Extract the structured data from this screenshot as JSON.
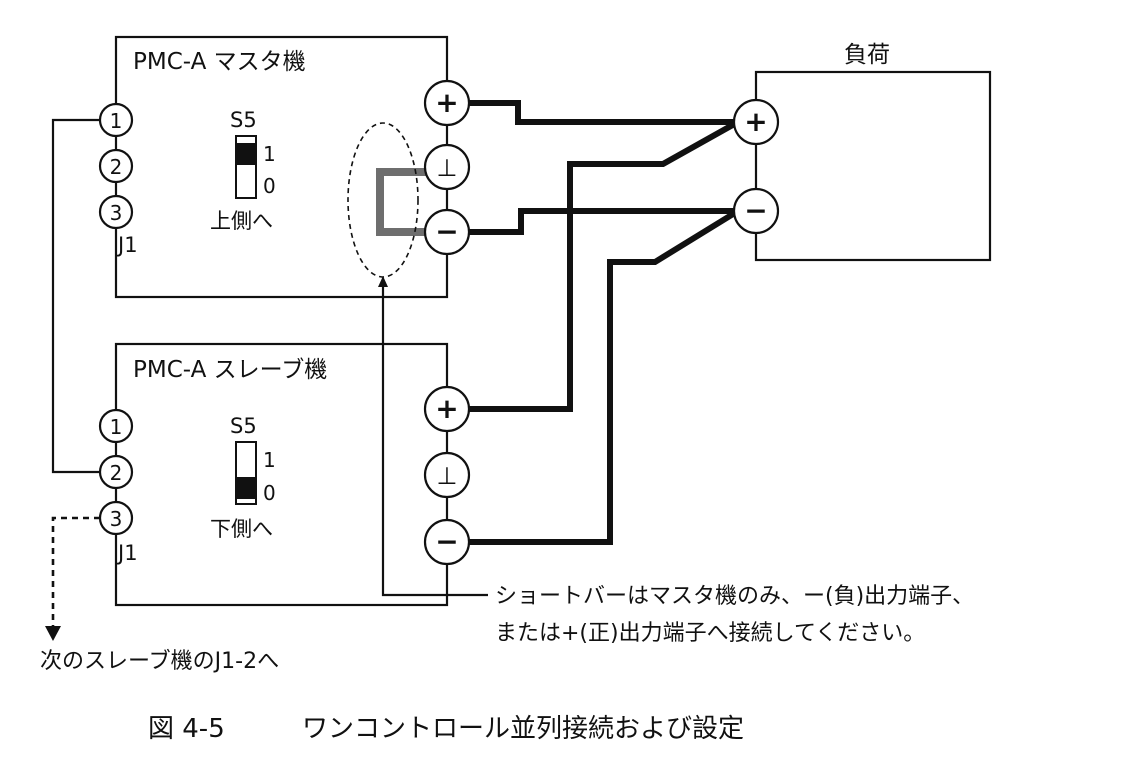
{
  "master": {
    "title": "PMC-A マスタ機",
    "pins": [
      "1",
      "2",
      "3"
    ],
    "connector": "J1",
    "switch_label": "S5",
    "switch_pos_1": "1",
    "switch_pos_0": "0",
    "switch_setting": "上側へ",
    "terminals": [
      "+",
      "⊥",
      "−"
    ]
  },
  "slave": {
    "title": "PMC-A スレーブ機",
    "pins": [
      "1",
      "2",
      "3"
    ],
    "connector": "J1",
    "switch_label": "S5",
    "switch_pos_1": "1",
    "switch_pos_0": "0",
    "switch_setting": "下側へ",
    "terminals": [
      "+",
      "⊥",
      "−"
    ]
  },
  "load": {
    "title": "負荷",
    "terminals": [
      "+",
      "−"
    ]
  },
  "notes": {
    "shortbar_line1": "ショートバーはマスタ機のみ、ー(負)出力端子、",
    "shortbar_line2": "または+(正)出力端子へ接続してください。",
    "next_slave": "次のスレーブ機のJ1-2へ"
  },
  "caption": {
    "number": "図 4-5",
    "text": "ワンコントロール並列接続および設定"
  },
  "colors": {
    "line": "#111111",
    "shortbar": "#6e6e6e",
    "background": "#ffffff"
  }
}
